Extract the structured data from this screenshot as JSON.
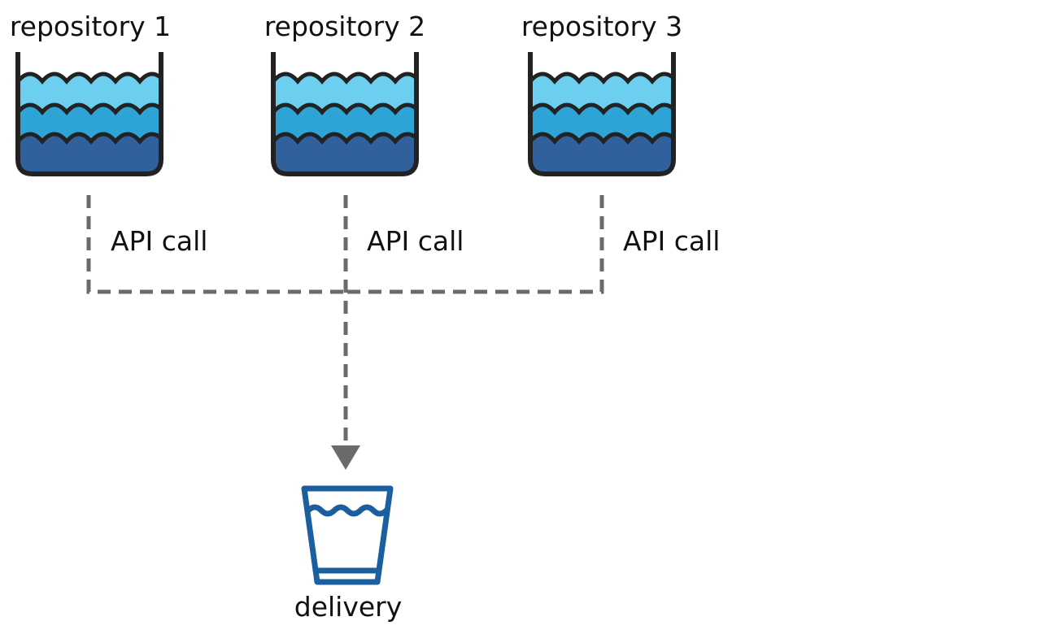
{
  "repositories": [
    {
      "label": "repository 1"
    },
    {
      "label": "repository 2"
    },
    {
      "label": "repository 3"
    }
  ],
  "connections": [
    {
      "label": "API call"
    },
    {
      "label": "API call"
    },
    {
      "label": "API call"
    }
  ],
  "destination": {
    "label": "delivery"
  },
  "colors": {
    "outline": "#222222",
    "water_top": "#6dcfef",
    "water_mid": "#2ea3d5",
    "water_bottom": "#31619c",
    "connector": "#6b6b6b",
    "cup": "#1b5f9e"
  }
}
